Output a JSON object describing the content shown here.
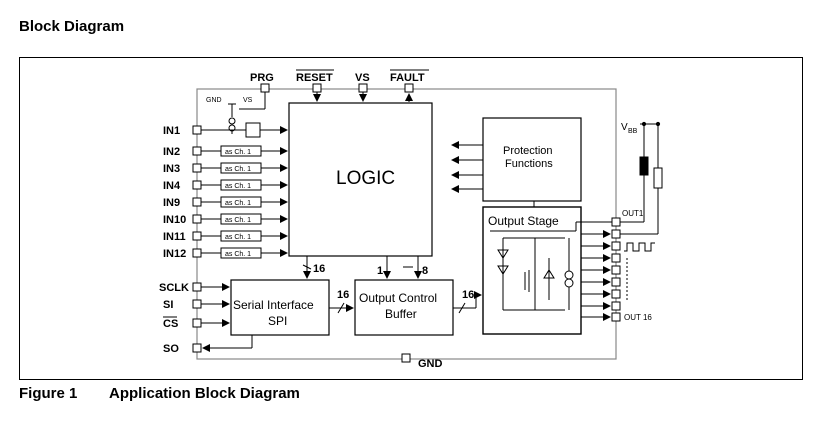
{
  "heading": "Block Diagram",
  "caption": {
    "number": "Figure 1",
    "title": "Application Block Diagram"
  },
  "top_pins": [
    "PRG",
    "RESET",
    "VS",
    "FAULT"
  ],
  "inputs": [
    "IN1",
    "IN2",
    "IN3",
    "IN4",
    "IN9",
    "IN10",
    "IN11",
    "IN12"
  ],
  "channel_label": "as Ch. 1",
  "spi_pins": [
    "SCLK",
    "SI",
    "CS",
    "SO"
  ],
  "gnd_label": "GND",
  "prg_sub": {
    "gnd": "GND",
    "vs": "VS"
  },
  "logic": "LOGIC",
  "protection": [
    "Protection",
    "Functions"
  ],
  "output_stage": "Output Stage",
  "serial": [
    "Serial Interface",
    "SPI"
  ],
  "output_buffer": [
    "Output Control",
    "Buffer"
  ],
  "bus": {
    "logic_to_serial": "16",
    "serial_to_buffer": "16",
    "buffer_to_stage": "16",
    "logic_down_1": "1",
    "logic_down_8": "8"
  },
  "vbb": {
    "main": "V",
    "sub": "BB"
  },
  "out_first": "OUT1",
  "out_last": "OUT 16"
}
